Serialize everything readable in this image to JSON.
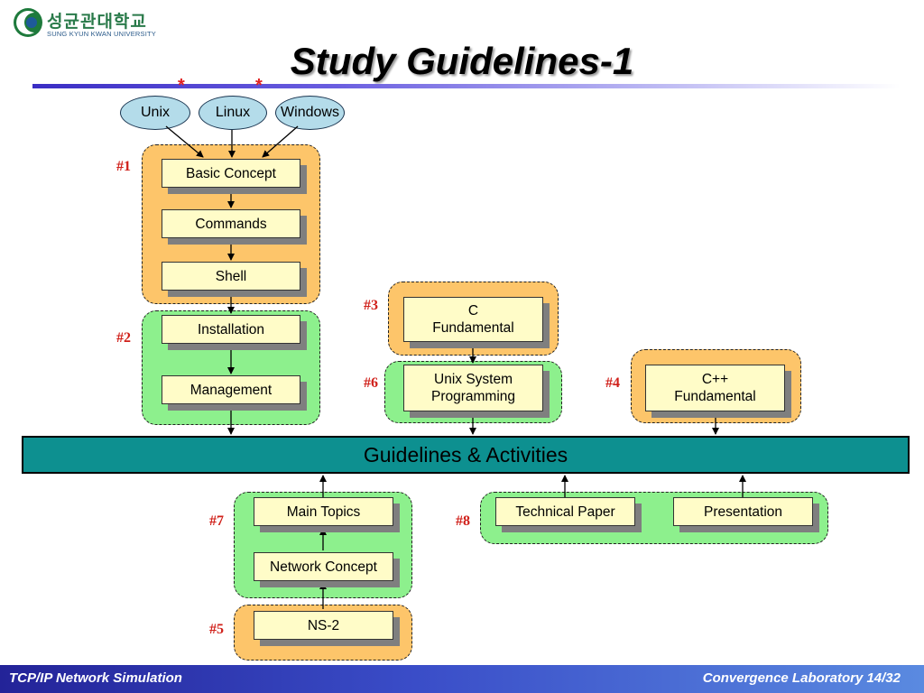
{
  "logo": {
    "korean": "성균관대학교",
    "english": "SUNG KYUN KWAN UNIVERSITY"
  },
  "title": "Study Guidelines-1",
  "stars": [
    "*",
    "*"
  ],
  "os": {
    "unix": "Unix",
    "linux": "Linux",
    "windows": "Windows"
  },
  "groups": {
    "g1": {
      "tag": "#1",
      "items": [
        "Basic Concept",
        "Commands",
        "Shell"
      ]
    },
    "g2": {
      "tag": "#2",
      "items": [
        "Installation",
        "Management"
      ]
    },
    "g3": {
      "tag": "#3",
      "line1": "C",
      "line2": "Fundamental"
    },
    "g6": {
      "tag": "#6",
      "line1": "Unix System",
      "line2": "Programming"
    },
    "g4": {
      "tag": "#4",
      "line1": "C++",
      "line2": "Fundamental"
    },
    "g7": {
      "tag": "#7",
      "items": [
        "Main Topics",
        "Network Concept"
      ]
    },
    "g8": {
      "tag": "#8",
      "items": [
        "Technical Paper",
        "Presentation"
      ]
    },
    "g5": {
      "tag": "#5",
      "items": [
        "NS-2"
      ]
    }
  },
  "banner": "Guidelines & Activities",
  "footer": {
    "left": "TCP/IP Network Simulation",
    "right": "Convergence Laboratory  14/32"
  },
  "colors": {
    "orange_group": "#fdc56a",
    "green_group": "#8df08d",
    "node_fill": "#fffcc8",
    "banner": "#0d9090",
    "tag": "#d0201a",
    "oval": "#b4dcea"
  }
}
